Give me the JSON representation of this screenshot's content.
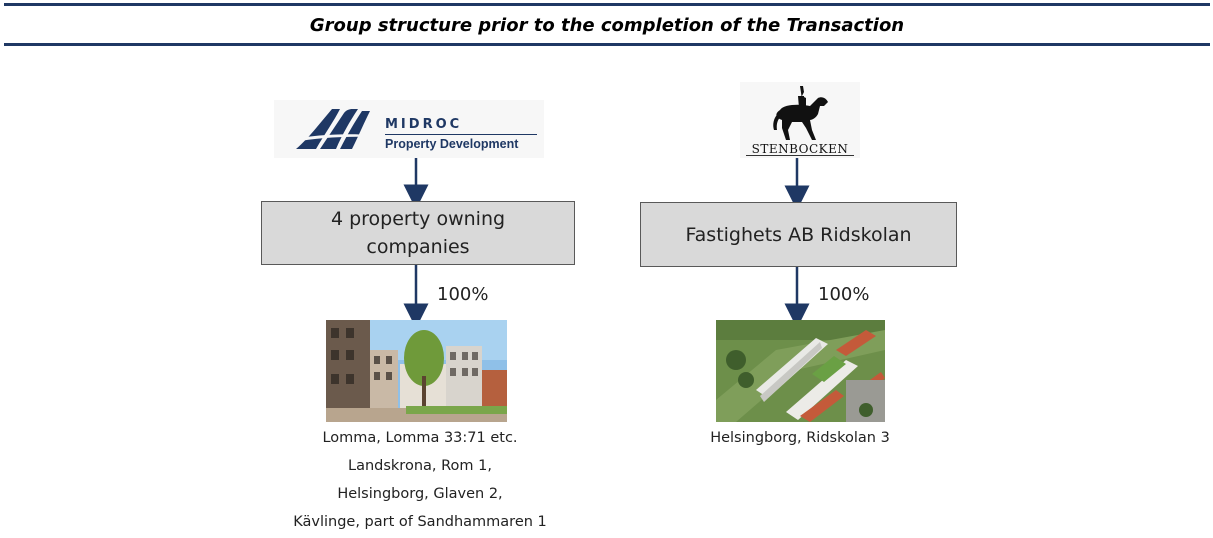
{
  "header": {
    "title": "Group structure prior to the completion of the Transaction",
    "rule_color": "#1f3864"
  },
  "left_branch": {
    "logo": {
      "name": "MIDROC",
      "subtitle": "Property Development",
      "icon": "midroc-m-logo",
      "color": "#1f3864"
    },
    "box_label_lines": [
      "4 property owning",
      "companies"
    ],
    "ownership": "100%",
    "photo": "urban-residential-buildings-photo",
    "properties": [
      "Lomma, Lomma 33:71 etc.",
      "Landskrona, Rom 1,",
      "Helsingborg, Glaven 2,",
      "Kävlinge, part of Sandhammaren 1"
    ]
  },
  "right_branch": {
    "logo": {
      "name": "STENBOCKEN",
      "icon": "horse-rider-logo"
    },
    "box_label": "Fastighets AB Ridskolan",
    "ownership": "100%",
    "photo": "aerial-residential-complex-photo",
    "properties": [
      "Helsingborg, Ridskolan 3"
    ]
  },
  "colors": {
    "box_fill": "#d9d9d9",
    "arrow": "#1f3864"
  }
}
